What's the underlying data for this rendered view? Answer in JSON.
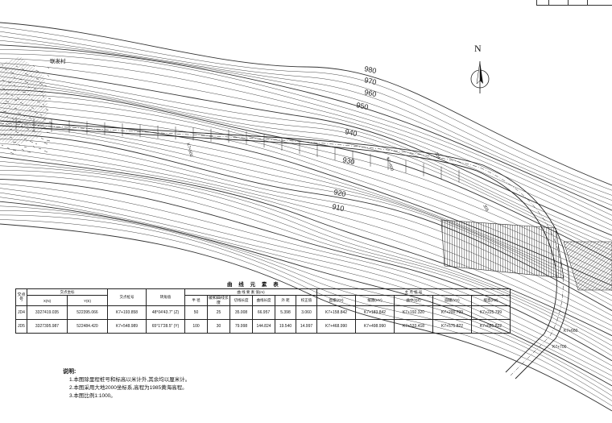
{
  "title_block": {
    "cells": [
      "",
      "",
      "",
      ""
    ]
  },
  "map": {
    "place_label": "联发村",
    "north_label": "N",
    "contour_labels": [
      "980",
      "970",
      "960",
      "950",
      "940",
      "930",
      "920",
      "910"
    ],
    "alignment_labels": [
      "K7+500",
      "K7+600",
      "JD4",
      "JD5",
      "K7+660",
      "K7+700"
    ],
    "colors": {
      "line": "#222222",
      "contour": "#333333",
      "hatch": "#2b2b2b"
    }
  },
  "table": {
    "title": "曲 线 元 素 表",
    "header": {
      "jd": "交点号",
      "coords": "交点坐标",
      "x": "X(N)",
      "y": "Y(E)",
      "station": "交点桩号",
      "angle": "转角值",
      "elements": "曲 线 要 素 值(m)",
      "r": "半 径",
      "ls": "缓和曲线长度",
      "t": "切线长度",
      "l": "曲线长度",
      "e": "外 距",
      "j": "校正值",
      "points": "主 点 桩 号",
      "zh": "直缓(ZH)",
      "hy": "缓圆(HY)",
      "qz": "曲中(QZ)",
      "yh": "圆缓(YH)",
      "hz": "缓直(HZ)"
    },
    "rows": [
      {
        "jd": "JD4",
        "x": "3327419.035",
        "y": "522395.066",
        "station": "K7+193.858",
        "angle": "48°04′43.7″ (Z)",
        "r": "50",
        "ls": "25",
        "t": "35.008",
        "l": "66.957",
        "e": "5.398",
        "j": "3.060",
        "zh": "K7+158.842",
        "hy": "K7+183.842",
        "qz": "K7+192.320",
        "yh": "K7+200.799",
        "hz": "K7+225.799"
      },
      {
        "jd": "JD5",
        "x": "3327395.987",
        "y": "522484.420",
        "station": "K7+548.989",
        "angle": "65°17′28.5″ (Y)",
        "r": "100",
        "ls": "30",
        "t": "79.998",
        "l": "144.824",
        "e": "19.540",
        "j": "14.997",
        "zh": "K7+468.990",
        "hy": "K7+498.990",
        "qz": "K7+533.418",
        "yh": "K7+575.822",
        "hz": "K7+685.822"
      }
    ]
  },
  "notes": {
    "heading": "说明:",
    "lines": [
      "1.本图除里程桩号和标高以米计外,其余均以厘米计。",
      "2.本图采用大地2000坐标系,高程为1985黄海高程。",
      "3.本图比例1:1000。"
    ]
  }
}
